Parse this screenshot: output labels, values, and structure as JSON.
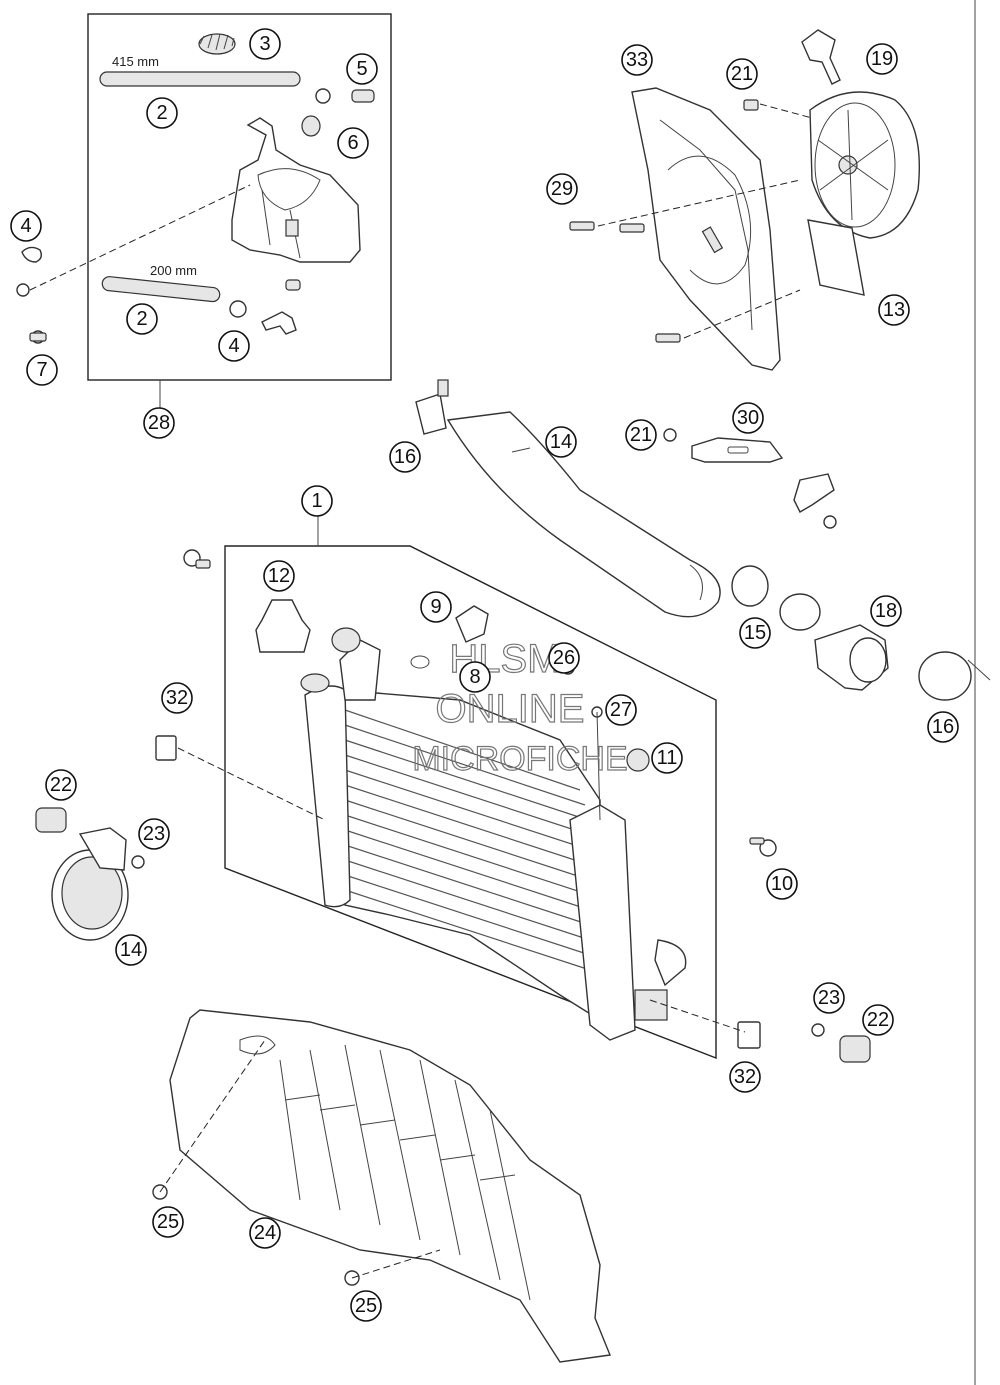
{
  "dimensions": {
    "hose_long": "415 mm",
    "hose_short": "200 mm"
  },
  "watermark": {
    "line1": "HLSM",
    "line2": "ONLINE",
    "line3": "MICROFICHE"
  },
  "callouts": [
    {
      "id": "c3",
      "label": "3"
    },
    {
      "id": "c2a",
      "label": "2"
    },
    {
      "id": "c5",
      "label": "5"
    },
    {
      "id": "c6",
      "label": "6"
    },
    {
      "id": "c4a",
      "label": "4"
    },
    {
      "id": "c2b",
      "label": "2"
    },
    {
      "id": "c4b",
      "label": "4"
    },
    {
      "id": "c7",
      "label": "7"
    },
    {
      "id": "c28",
      "label": "28"
    },
    {
      "id": "c33",
      "label": "33"
    },
    {
      "id": "c21a",
      "label": "21"
    },
    {
      "id": "c19",
      "label": "19"
    },
    {
      "id": "c29",
      "label": "29"
    },
    {
      "id": "c13",
      "label": "13"
    },
    {
      "id": "c16a",
      "label": "16"
    },
    {
      "id": "c14a",
      "label": "14"
    },
    {
      "id": "c21b",
      "label": "21"
    },
    {
      "id": "c30",
      "label": "30"
    },
    {
      "id": "c1",
      "label": "1"
    },
    {
      "id": "c12",
      "label": "12"
    },
    {
      "id": "c9",
      "label": "9"
    },
    {
      "id": "c8",
      "label": "8"
    },
    {
      "id": "c26",
      "label": "26"
    },
    {
      "id": "c27",
      "label": "27"
    },
    {
      "id": "c11",
      "label": "11"
    },
    {
      "id": "c15",
      "label": "15"
    },
    {
      "id": "c18",
      "label": "18"
    },
    {
      "id": "c16b",
      "label": "16"
    },
    {
      "id": "c32a",
      "label": "32"
    },
    {
      "id": "c22a",
      "label": "22"
    },
    {
      "id": "c23a",
      "label": "23"
    },
    {
      "id": "c14b",
      "label": "14"
    },
    {
      "id": "c10",
      "label": "10"
    },
    {
      "id": "c23b",
      "label": "23"
    },
    {
      "id": "c22b",
      "label": "22"
    },
    {
      "id": "c32b",
      "label": "32"
    },
    {
      "id": "c25a",
      "label": "25"
    },
    {
      "id": "c24",
      "label": "24"
    },
    {
      "id": "c25b",
      "label": "25"
    }
  ]
}
